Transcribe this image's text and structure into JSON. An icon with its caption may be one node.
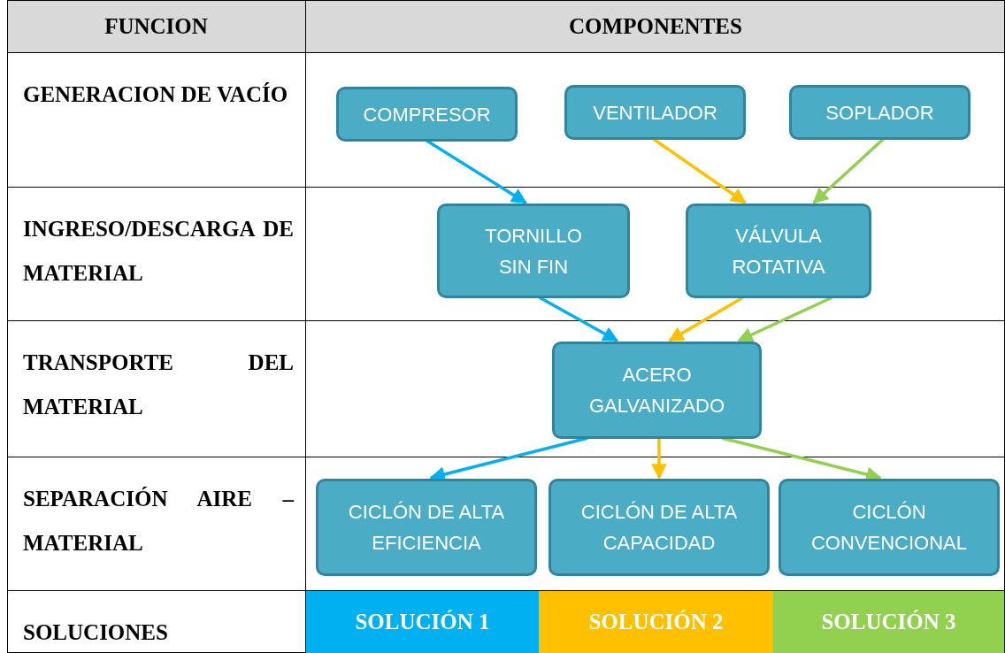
{
  "diagram": {
    "nodes": [
      {
        "text": [
          "COMPRESOR"
        ]
      },
      {
        "text": [
          "VENTILADOR"
        ]
      },
      {
        "text": [
          "SOPLADOR"
        ]
      },
      {
        "text": [
          "TORNILLO SIN FIN"
        ]
      },
      {
        "text": [
          "VÁLVULA ROTATIVA"
        ]
      },
      {
        "text": [
          "ACERO GALVANIZADO"
        ]
      },
      {
        "text": [
          "CICLÓN DE ALTA EFICIENCIA"
        ]
      },
      {
        "text": [
          "CICLÓN DE ALTA CAPACIDAD"
        ]
      },
      {
        "text": [
          "CICLÓN CONVENCIONAL"
        ]
      },
      {
        "text": [
          "SOLUCIÓN 1"
        ]
      },
      {
        "text": [
          "SOLUCIÓN 2"
        ]
      },
      {
        "text": [
          "SOLUCIÓN 3"
        ]
      }
    ],
    "edges": [
      {
        "from": 0,
        "to": 3,
        "arrow": "to",
        "color": "#00b0f0"
      },
      {
        "from": 1,
        "to": 4,
        "arrow": "to",
        "color": "#ffc000"
      },
      {
        "from": 2,
        "to": 4,
        "arrow": "to",
        "color": "#92d050"
      },
      {
        "from": 3,
        "to": 5,
        "arrow": "to",
        "color": "#00b0f0"
      },
      {
        "from": 4,
        "to": 5,
        "arrow": "to",
        "color": "#ffc000"
      },
      {
        "from": 4,
        "to": 5,
        "arrow": "to",
        "color": "#92d050"
      },
      {
        "from": 5,
        "to": 6,
        "arrow": "to",
        "color": "#00b0f0"
      },
      {
        "from": 5,
        "to": 7,
        "arrow": "to",
        "color": "#ffc000"
      },
      {
        "from": 5,
        "to": 8,
        "arrow": "to",
        "color": "#92d050"
      }
    ],
    "labels": [
      "FUNCION",
      "COMPONENTES",
      "GENERACION DE VACÍO",
      "INGRESO/DESCARGA DE MATERIAL",
      "TRANSPORTE DEL MATERIAL",
      "SEPARACIÓN AIRE – MATERIAL",
      "SOLUCIONES"
    ]
  }
}
